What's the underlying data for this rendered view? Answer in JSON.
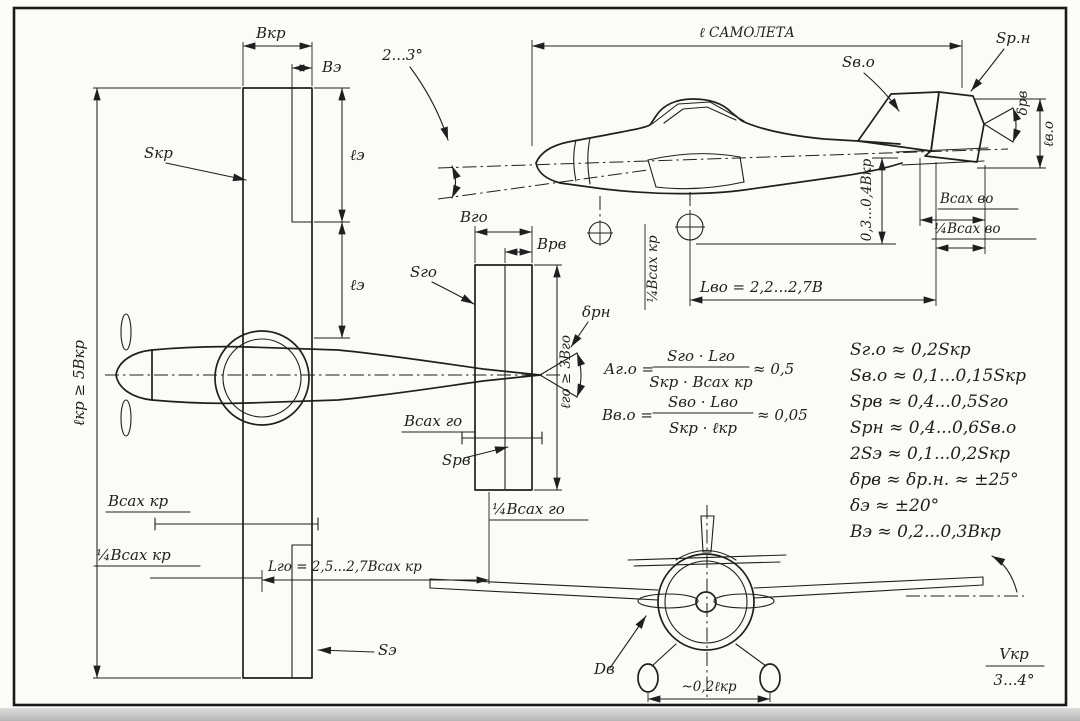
{
  "colors": {
    "ink": "#1f1f1f",
    "paper": "#fbfbf8",
    "page_edge": "#c2c2c2"
  },
  "wing_view": {
    "b_kr": "Вкр",
    "b_e": "Вэ",
    "s_kr": "Sкр",
    "l_e_upper": "ℓэ",
    "l_e_lower": "ℓэ",
    "l_kr": "ℓкр ≥ 5Вкр",
    "b_sah_kr": "Всах кр",
    "quarter_b_sah_kr": "¼Всах кр",
    "l_go_arm": "Lго = 2,5...2,7Всах кр",
    "s_e": "Sэ"
  },
  "htail_view": {
    "b_go": "Вго",
    "b_rv": "Врв",
    "s_go": "Sго",
    "l_go_span": "ℓго ≥ 3Вго",
    "delta_rn": "δрн",
    "b_sah_go": "Всах го",
    "s_rv": "Sрв",
    "quarter_b_sah_go": "¼Всах го"
  },
  "side_view": {
    "l_samoleta": "ℓ САМОЛЕТА",
    "s_vo": "Sв.о",
    "s_rn": "Sр.н",
    "delta_rv": "δрв",
    "l_vo_span": "ℓв.о",
    "b_sah_vo": "Всах во",
    "quarter_b_sah_vo": "¼Всах во",
    "tail_height": "0,3...0,4Вкр",
    "quarter_b_sah_kr": "¼Всах кр",
    "l_vo_arm": "Lво = 2,2...2,7В",
    "incidence": "2...3°"
  },
  "formulas": {
    "ago": {
      "lhs": "Аг.о =",
      "num": "Sго · Lго",
      "den": "Sкр · Всах кр",
      "rhs": "≈ 0,5"
    },
    "bvo": {
      "lhs": "Вв.о =",
      "num": "Sво · Lво",
      "den": "Sкр · ℓкр",
      "rhs": "≈ 0,05"
    }
  },
  "approximations": [
    "Sг.о ≈ 0,2Sкр",
    "Sв.о ≈ 0,1...0,15Sкр",
    "Sрв ≈ 0,4...0,5Sго",
    "Sрн ≈ 0,4...0,6Sв.о",
    "2Sэ ≈ 0,1...0,2Sкр",
    "δрв ≈ δр.н. ≈ ±25°",
    "δэ ≈ ±20°",
    "Вэ ≈ 0,2...0,3Вкр"
  ],
  "front_view": {
    "d_v": "Dв",
    "wheel_track": "~0,2ℓкр",
    "v_kr": "Vкр",
    "dihedral": "3...4°"
  }
}
